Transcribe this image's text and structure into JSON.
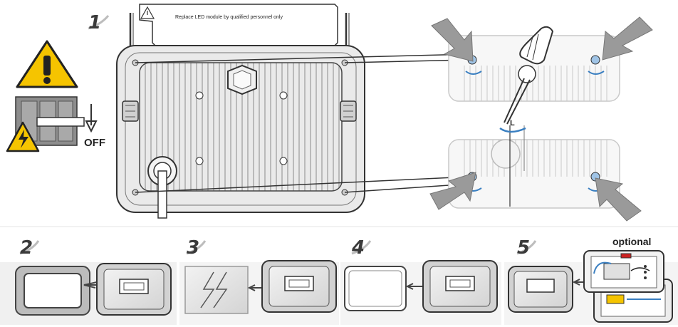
{
  "step1": {
    "number": "1",
    "label": "Replace LED module by qualified personnel only",
    "off_label": "OFF",
    "rotate_label": "L"
  },
  "step2": {
    "number": "2"
  },
  "step3": {
    "number": "3"
  },
  "step4": {
    "number": "4"
  },
  "step5": {
    "number": "5",
    "optional_label": "optional"
  },
  "colors": {
    "warning_yellow": "#f5c400",
    "arrow_gray": "#9a9a9a",
    "line_dark": "#333333",
    "panel_gray": "#d9d9d9",
    "accent_blue": "#3a7fc1"
  }
}
